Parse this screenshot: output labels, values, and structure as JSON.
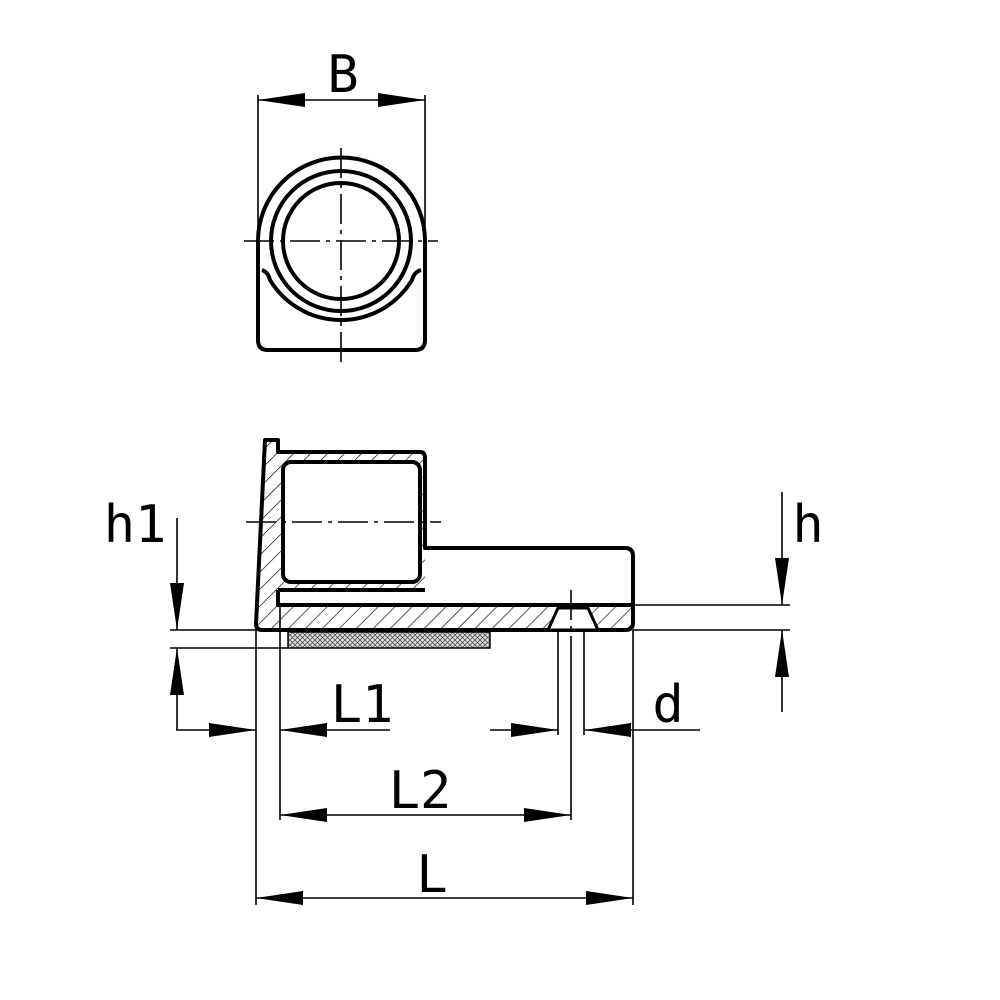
{
  "labels": {
    "B": "B",
    "h1": "h1",
    "h": "h",
    "L1": "L1",
    "L2": "L2",
    "L": "L",
    "d": "d"
  },
  "colors": {
    "line": "#000000",
    "background": "#ffffff"
  }
}
